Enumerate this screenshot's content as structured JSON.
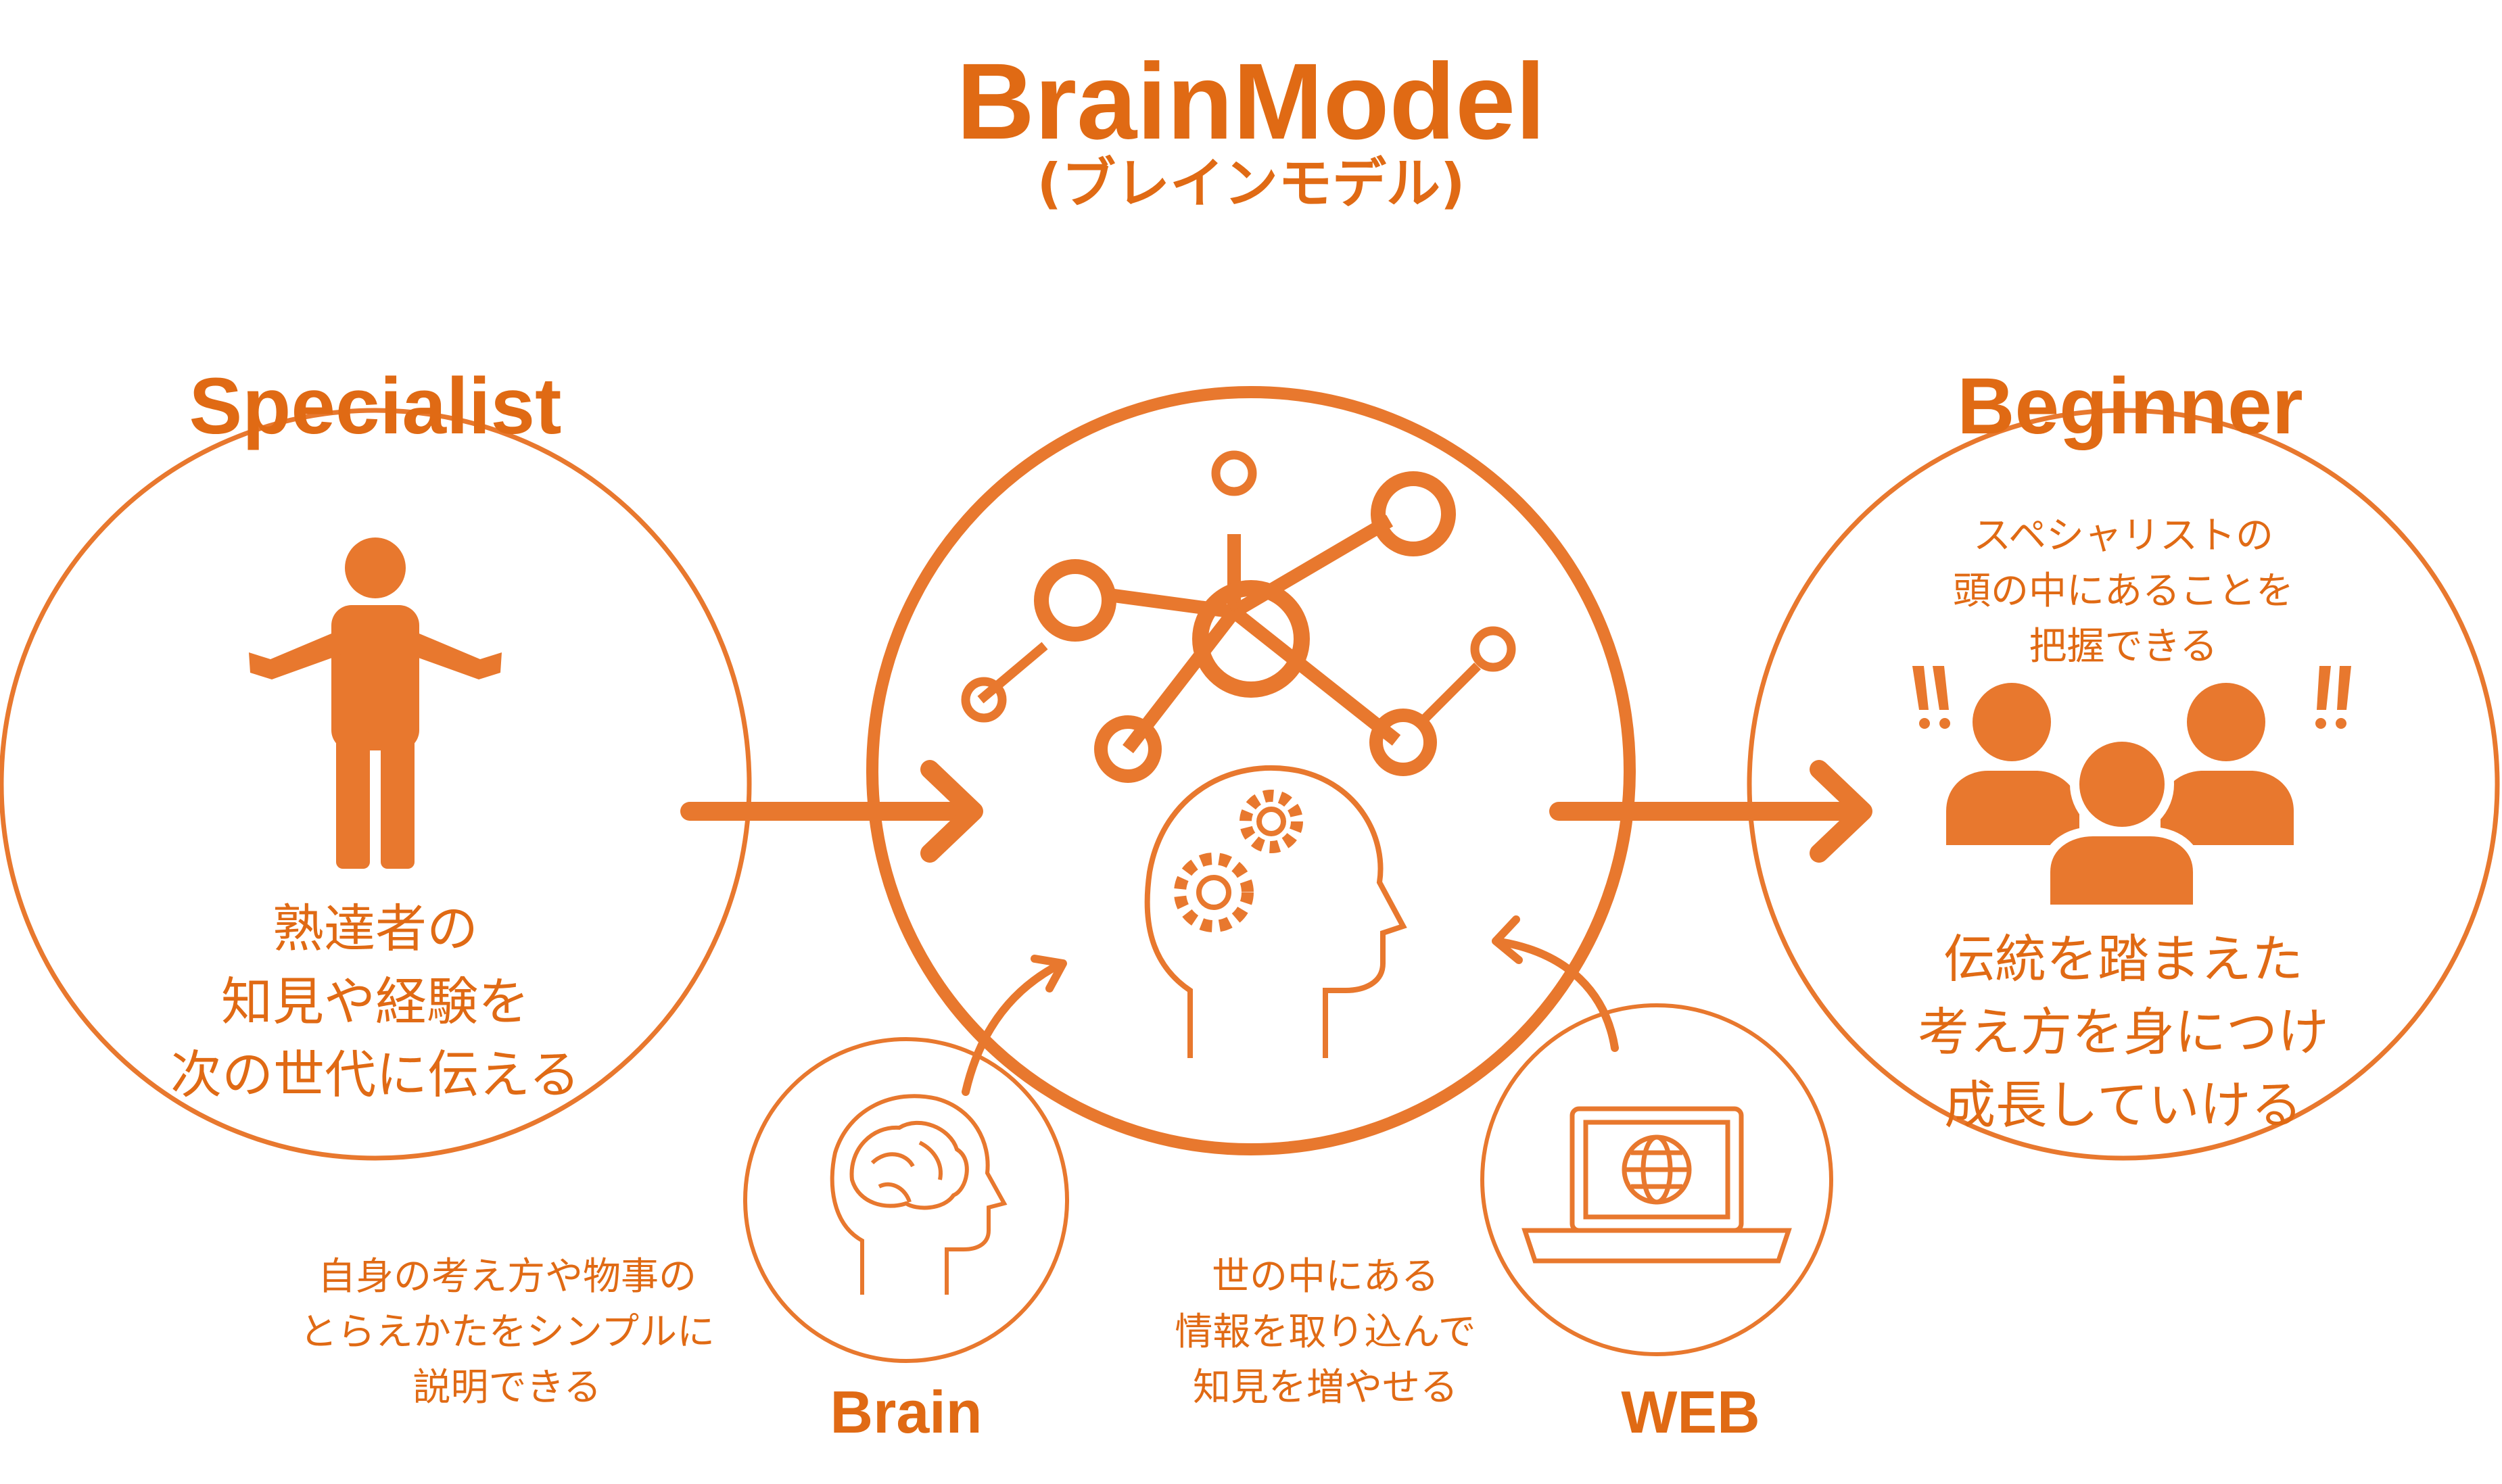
{
  "colors": {
    "accent": "#E8782E",
    "text": "#E06A14",
    "background": "#ffffff"
  },
  "title": "BrainModel",
  "subtitle": "(ブレインモデル)",
  "specialist": {
    "heading": "Specialist",
    "icon": "person-icon",
    "lines": [
      "熟達者の",
      "知見や経験を",
      "次の世代に伝える"
    ]
  },
  "beginner": {
    "heading": "Beginner",
    "icon": "group-icon",
    "top_lines": [
      "スペシャリストの",
      "頭の中にあることを",
      "把握できる"
    ],
    "lines": [
      "伝統を踏まえた",
      "考え方を身につけ",
      "成長していける"
    ]
  },
  "center": {
    "icons": [
      "network-icon",
      "head-gears-icon"
    ]
  },
  "brain": {
    "label": "Brain",
    "icon": "brain-head-icon",
    "lines": [
      "自身の考え方や物事の",
      "とらえかたをシンプルに",
      "説明できる"
    ]
  },
  "web": {
    "label": "WEB",
    "icon": "laptop-globe-icon",
    "lines": [
      "世の中にある",
      "情報を取り込んで",
      "知見を増やせる"
    ]
  }
}
